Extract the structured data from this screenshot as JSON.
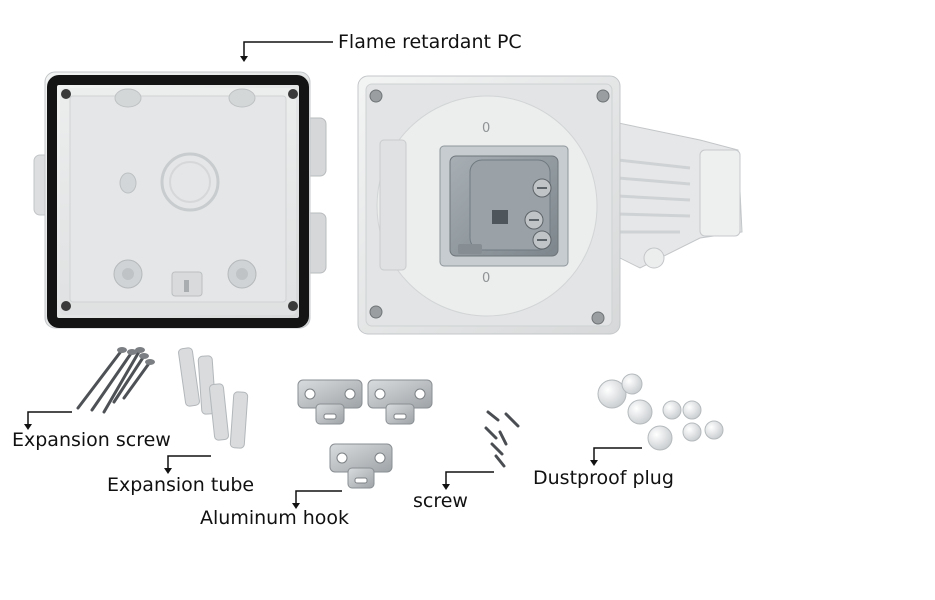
{
  "labels": {
    "flame_retardant": "Flame retardant PC",
    "expansion_screw": "Expansion screw",
    "expansion_tube": "Expansion tube",
    "aluminum_hook": "Aluminum hook",
    "screw": "screw",
    "dustproof_plug": "Dustproof plug"
  },
  "colors": {
    "housing": "#e9eaea",
    "housing_shade": "#cfd1d2",
    "gasket": "#1a1a1a",
    "socket": "#8e979d",
    "metal": "#b9bdc0",
    "leader": "#111111"
  }
}
